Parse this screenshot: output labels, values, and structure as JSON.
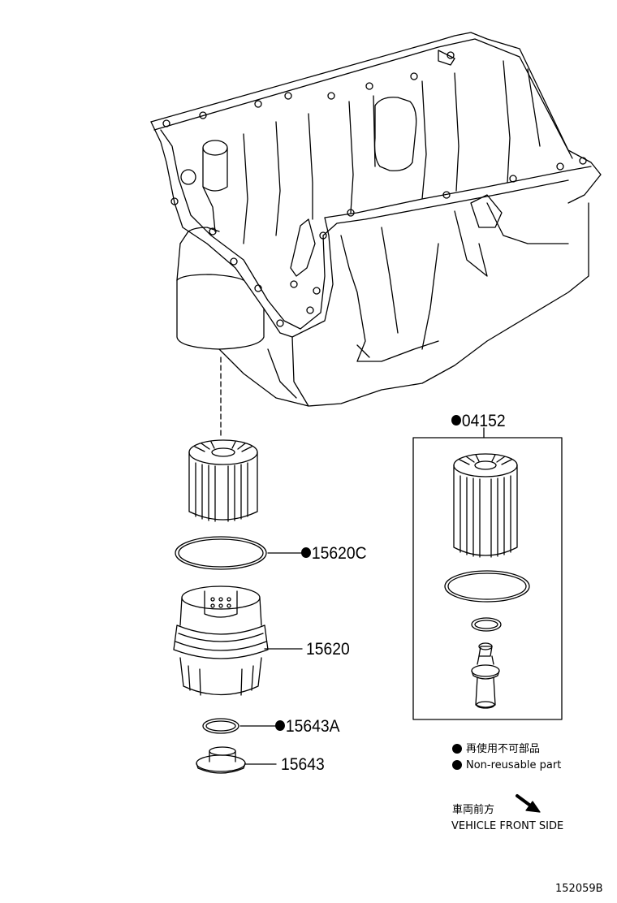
{
  "parts": {
    "kit": {
      "number": "04152",
      "non_reusable": true
    },
    "o_ring": {
      "number": "15620C",
      "non_reusable": true
    },
    "cap": {
      "number": "15620",
      "non_reusable": false
    },
    "gasket": {
      "number": "15643A",
      "non_reusable": true
    },
    "plug": {
      "number": "15643",
      "non_reusable": false
    }
  },
  "legend": {
    "non_reusable_jp": "再使用不可部品",
    "non_reusable_en": "Non-reusable part"
  },
  "direction": {
    "label_jp": "車両前方",
    "label_en": "VEHICLE FRONT SIDE"
  },
  "figure_number": "152059B"
}
